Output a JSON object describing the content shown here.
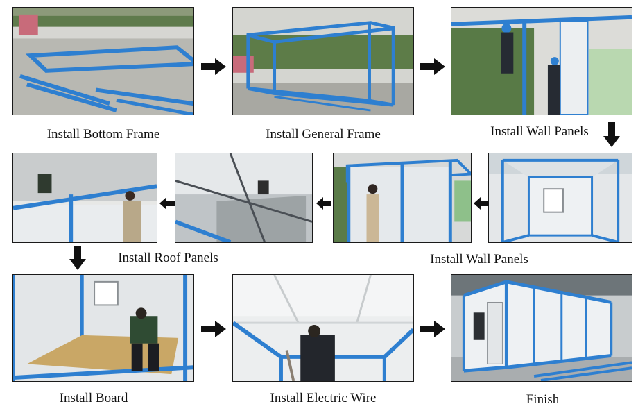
{
  "steps": [
    {
      "label": "Install Bottom Frame"
    },
    {
      "label": "Install General Frame"
    },
    {
      "label": "Install Wall Panels"
    },
    {
      "label": "Install Wall Panels"
    },
    {
      "label": "Install Roof Panels"
    },
    {
      "label": "Install Board"
    },
    {
      "label": "Install Electric Wire"
    },
    {
      "label": "Finish"
    }
  ],
  "colors": {
    "frame_blue": "#2e7fd0",
    "panel_white": "#e9edf0",
    "arrow": "#111111"
  },
  "icons": {
    "flow_arrow": "arrow-icon"
  }
}
